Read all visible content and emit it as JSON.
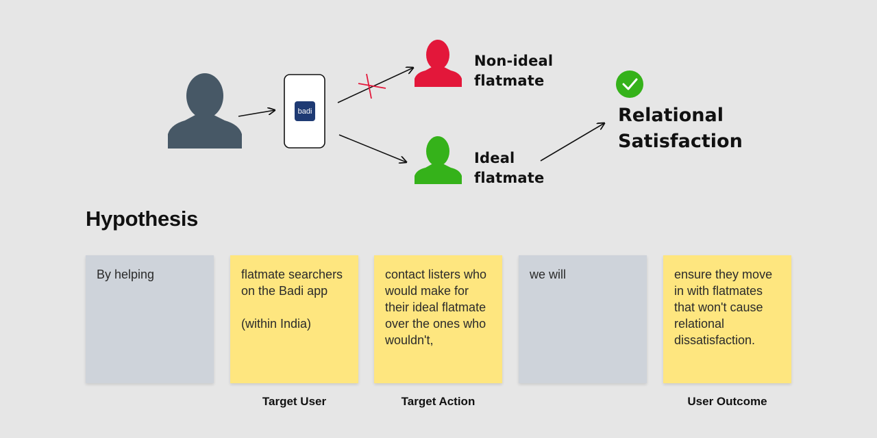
{
  "diagram": {
    "app_logo_text": "badi",
    "non_ideal_label": [
      "Non-ideal",
      "flatmate"
    ],
    "ideal_label": [
      "Ideal",
      "flatmate"
    ],
    "outcome_label": [
      "Relational",
      "Satisfaction"
    ],
    "colors": {
      "user": "#475866",
      "non_ideal": "#e3173a",
      "ideal": "#35b21a",
      "check": "#35b21a",
      "app_logo": "#1e3a73"
    }
  },
  "hypothesis": {
    "title": "Hypothesis",
    "notes": [
      {
        "text": "By helping",
        "color": "gray"
      },
      {
        "text": "flatmate searchers on the Badi app\n\n(within India)",
        "color": "yellow"
      },
      {
        "text": "contact listers who would make for their ideal flatmate over the ones who wouldn't,",
        "color": "yellow"
      },
      {
        "text": "we will",
        "color": "gray"
      },
      {
        "text": "ensure they move in with flatmates that won't cause relational dissatisfaction.",
        "color": "yellow"
      }
    ],
    "captions": [
      "Target User",
      "Target Action",
      "",
      "User Outcome"
    ]
  }
}
